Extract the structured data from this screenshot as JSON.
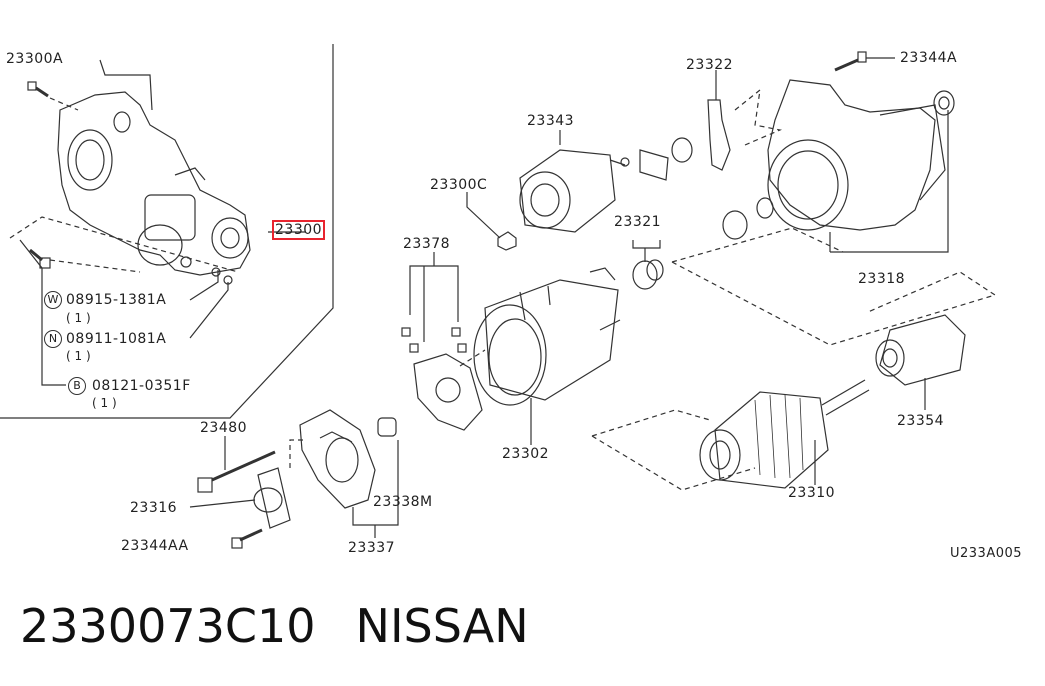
{
  "parts": {
    "p23300A": "23300A",
    "p23300": "23300",
    "p23322": "23322",
    "p23344A": "23344A",
    "p23343": "23343",
    "p23300C": "23300C",
    "p23321": "23321",
    "p23378": "23378",
    "p23318": "23318",
    "p23302": "23302",
    "p23354": "23354",
    "p23480": "23480",
    "p23316": "23316",
    "p23344AA": "23344AA",
    "p23338M": "23338M",
    "p23337": "23337",
    "p23310": "23310"
  },
  "fasteners": [
    {
      "badge": "W",
      "part": "08915-1381A",
      "qty": "( 1 )"
    },
    {
      "badge": "N",
      "part": "08911-1081A",
      "qty": "( 1 )"
    },
    {
      "badge": "B",
      "part": "08121-0351F",
      "qty": "( 1 )"
    }
  ],
  "diagram_code": "U233A005",
  "footer": {
    "part_number": "2330073C10",
    "brand": "NISSAN"
  },
  "colors": {
    "highlight": "#e8242f",
    "line": "#333333"
  }
}
